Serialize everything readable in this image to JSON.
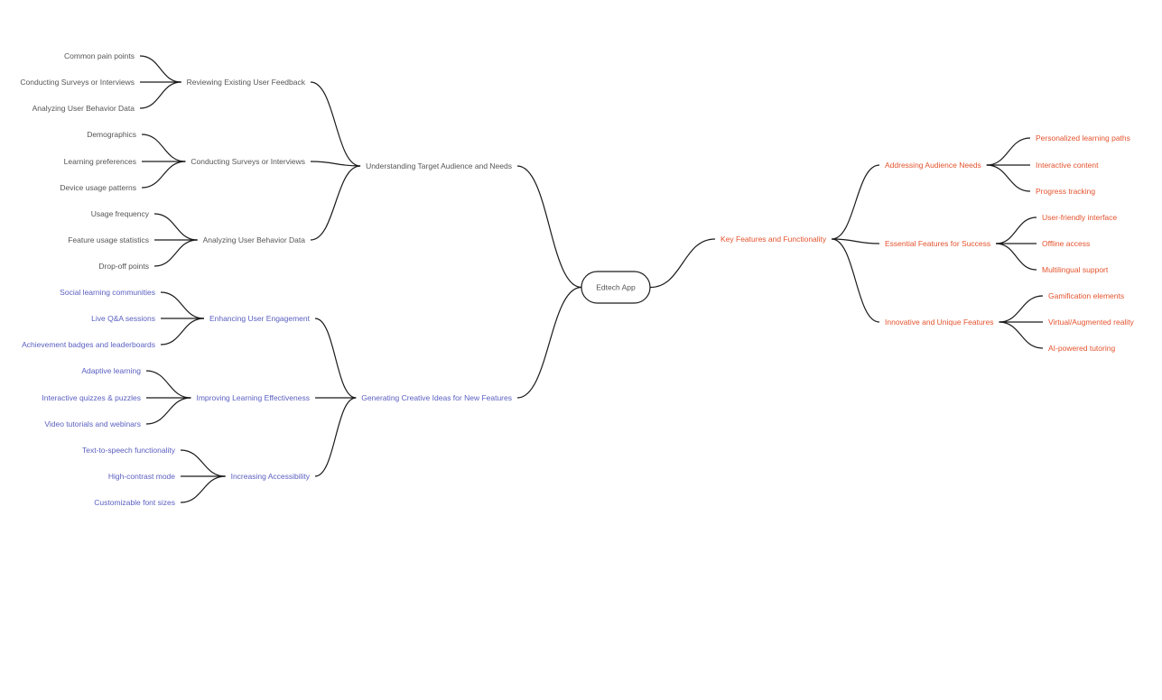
{
  "mindmap": {
    "root": "Edtech App",
    "colors": {
      "neutral": "#555555",
      "blue": "#5a5fc0",
      "orange": "#e4532e",
      "line": "#1a1a1a"
    },
    "branches": [
      {
        "label": "Understanding Target Audience and  Needs",
        "side": "left",
        "color": "neutral",
        "children": [
          {
            "label": "Reviewing Existing User Feedback",
            "children": [
              "Common pain points",
              "Conducting Surveys or Interviews",
              "Analyzing User Behavior Data"
            ]
          },
          {
            "label": "Conducting Surveys or Interviews",
            "children": [
              "Demographics",
              "Learning preferences",
              "Device usage patterns"
            ]
          },
          {
            "label": "Analyzing User Behavior Data",
            "children": [
              "Usage frequency",
              "Feature usage statistics",
              "Drop-off points"
            ]
          }
        ]
      },
      {
        "label": "Generating Creative Ideas for New Features",
        "side": "left",
        "color": "blue",
        "children": [
          {
            "label": "Enhancing User Engagement",
            "children": [
              "Social learning communities",
              "Live Q&A sessions",
              "Achievement badges and leaderboards"
            ]
          },
          {
            "label": "Improving Learning Effectiveness",
            "children": [
              "Adaptive learning",
              "Interactive quizzes & puzzles",
              "Video tutorials and webinars"
            ]
          },
          {
            "label": "Increasing Accessibility",
            "children": [
              "Text-to-speech functionality",
              "High-contrast mode",
              "Customizable font sizes"
            ]
          }
        ]
      },
      {
        "label": "Key Features and Functionality",
        "side": "right",
        "color": "orange",
        "children": [
          {
            "label": "Addressing Audience Needs",
            "children": [
              "Personalized learning paths",
              "Interactive content",
              "Progress tracking"
            ]
          },
          {
            "label": "Essential Features for Success",
            "children": [
              "User-friendly interface",
              "Offline access",
              "Multilingual support"
            ]
          },
          {
            "label": "Innovative and Unique Features",
            "children": [
              "Gamification elements",
              "Virtual/Augmented reality",
              "AI-powered tutoring"
            ]
          }
        ]
      }
    ]
  }
}
